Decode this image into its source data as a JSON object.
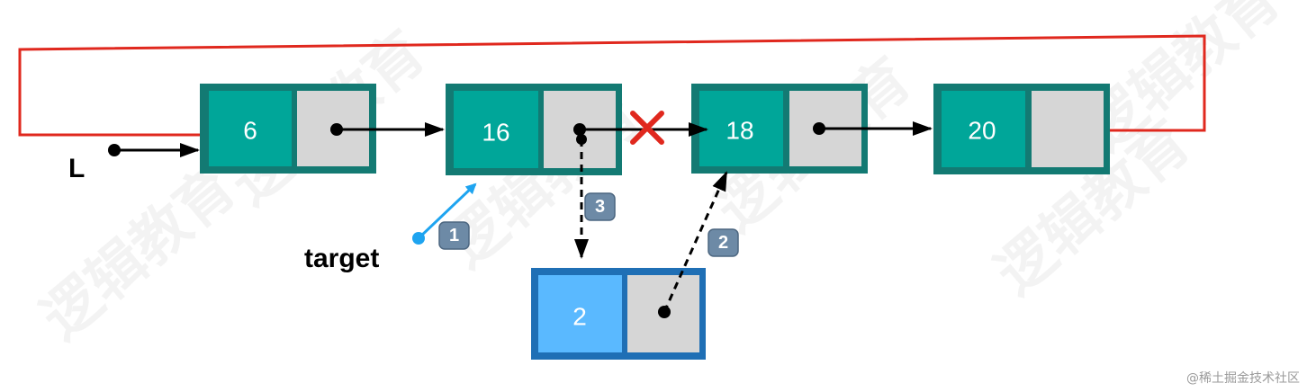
{
  "head_label": "L",
  "pointer_label": "target",
  "nodes": [
    {
      "id": "n1",
      "value": "6"
    },
    {
      "id": "n2",
      "value": "16"
    },
    {
      "id": "n3",
      "value": "18"
    },
    {
      "id": "n4",
      "value": "20"
    },
    {
      "id": "new",
      "value": "2"
    }
  ],
  "steps": [
    "1",
    "2",
    "3"
  ],
  "watermark": "逻辑教育",
  "credit": "@稀土掘金技术社区",
  "colors": {
    "node_fill": "#00a699",
    "node_border": "#137a73",
    "pointer_cell": "#d6d6d6",
    "new_node_fill": "#5ab9ff",
    "new_node_border": "#1f6fb5",
    "circular_link": "#e0281e",
    "remove_mark": "#e0281e",
    "target_arrow": "#1ea4f0",
    "badge": "#6d8aa6",
    "arrow": "#000000"
  }
}
